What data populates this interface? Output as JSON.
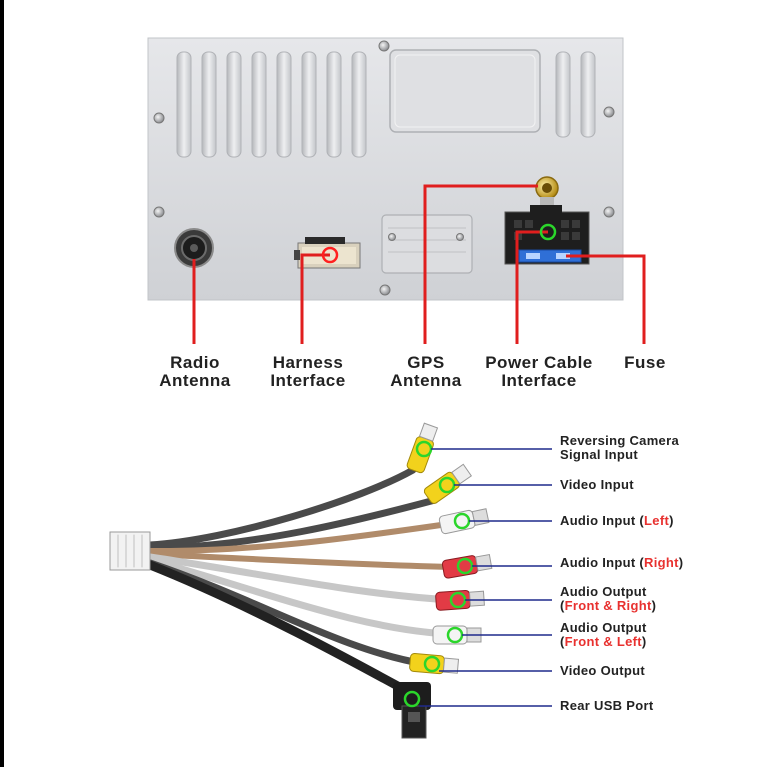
{
  "top_labels": {
    "radio_antenna": [
      "Radio",
      "Antenna"
    ],
    "harness_interface": [
      "Harness",
      "Interface"
    ],
    "gps_antenna": [
      "GPS",
      "Antenna"
    ],
    "power_cable_interface": [
      "Power Cable",
      "Interface"
    ],
    "fuse": [
      "Fuse"
    ]
  },
  "cable_labels": {
    "reversing_camera": [
      "Reversing Camera",
      "Signal Input"
    ],
    "video_input": "Video Input",
    "audio_input_left": {
      "prefix": "Audio Input (",
      "highlight": "Left",
      "suffix": ")"
    },
    "audio_input_right": {
      "prefix": "Audio Input (",
      "highlight": "Right",
      "suffix": ")"
    },
    "audio_output_front_right": {
      "line1": "Audio Output",
      "prefix": "(",
      "highlight": "Front & Right",
      "suffix": ")"
    },
    "audio_output_front_left": {
      "line1": "Audio Output",
      "prefix": "(",
      "highlight": "Front & Left",
      "suffix": ")"
    },
    "video_output": "Video Output",
    "rear_usb_port": "Rear USB Port"
  },
  "colors": {
    "callout_red": "#e01e1e",
    "leader_blue": "#1f2a8c",
    "marker_green": "#2bd62b",
    "rca_yellow": "#f2d21c",
    "rca_white": "#f4f4f4",
    "rca_red": "#e23b45",
    "panel_silver": "#d9dadd"
  },
  "icons": [
    "screw-icon",
    "rca-plug-icon",
    "usb-plug-icon"
  ]
}
